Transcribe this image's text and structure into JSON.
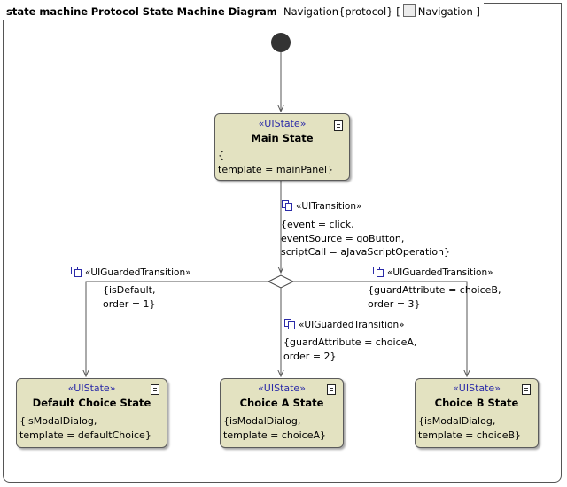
{
  "frame": {
    "kind": "state machine",
    "title": "Protocol State Machine Diagram",
    "context": "Navigation{protocol}",
    "bracket_open": "[",
    "diagram_name": "Navigation",
    "bracket_close": "]"
  },
  "states": [
    {
      "id": "main",
      "stereotype": "«UIState»",
      "name": "Main State",
      "body": "{\ntemplate = mainPanel}"
    },
    {
      "id": "default",
      "stereotype": "«UIState»",
      "name": "Default Choice State",
      "body": "{isModalDialog,\ntemplate = defaultChoice}"
    },
    {
      "id": "choiceA",
      "stereotype": "«UIState»",
      "name": "Choice A State",
      "body": "{isModalDialog,\ntemplate = choiceA}"
    },
    {
      "id": "choiceB",
      "stereotype": "«UIState»",
      "name": "Choice B State",
      "body": "{isModalDialog,\ntemplate = choiceB}"
    }
  ],
  "transitions": [
    {
      "id": "t-main-choice",
      "stereotype": "«UITransition»",
      "label": "{event = click,\neventSource = goButton,\nscriptCall = aJavaScriptOperation}"
    },
    {
      "id": "t-default",
      "stereotype": "«UIGuardedTransition»",
      "label": "{isDefault,\norder = 1}"
    },
    {
      "id": "t-choiceA",
      "stereotype": "«UIGuardedTransition»",
      "label": "{guardAttribute = choiceA,\norder = 2}"
    },
    {
      "id": "t-choiceB",
      "stereotype": "«UIGuardedTransition»",
      "label": "{guardAttribute = choiceB,\norder = 3}"
    }
  ],
  "colors": {
    "state_fill": "#e3e2c1",
    "stereotype_text": "#2a2aa8",
    "line": "#555555"
  }
}
